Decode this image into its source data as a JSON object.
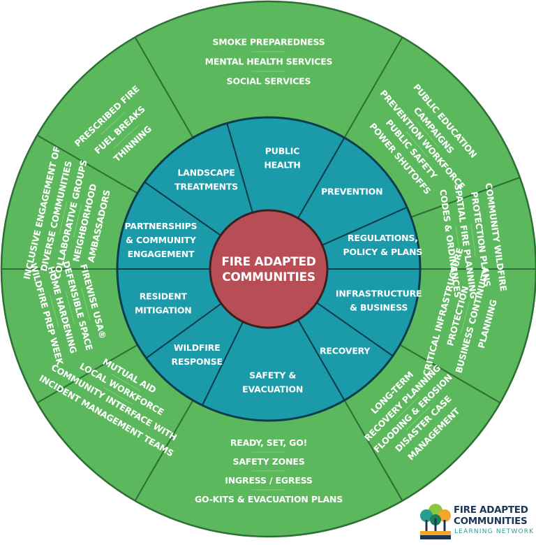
{
  "center": {
    "line1": "FIRE ADAPTED",
    "line2": "COMMUNITIES"
  },
  "inner_segments": [
    {
      "key": "public-health",
      "lines": [
        "PUBLIC",
        "HEALTH"
      ]
    },
    {
      "key": "prevention",
      "lines": [
        "PREVENTION"
      ]
    },
    {
      "key": "regulations",
      "lines": [
        "REGULATIONS,",
        "POLICY & PLANS"
      ]
    },
    {
      "key": "infrastructure",
      "lines": [
        "INFRASTRUCTURE",
        "& BUSINESS"
      ]
    },
    {
      "key": "recovery",
      "lines": [
        "RECOVERY"
      ]
    },
    {
      "key": "safety-evacuation",
      "lines": [
        "SAFETY &",
        "EVACUATION"
      ]
    },
    {
      "key": "wildfire-response",
      "lines": [
        "WILDFIRE",
        "RESPONSE"
      ]
    },
    {
      "key": "resident-mitigation",
      "lines": [
        "RESIDENT",
        "MITIGATION"
      ]
    },
    {
      "key": "partnerships",
      "lines": [
        "PARTNERSHIPS",
        "& COMMUNITY",
        "ENGAGEMENT"
      ]
    },
    {
      "key": "landscape-treatments",
      "lines": [
        "LANDSCAPE",
        "TREATMENTS"
      ]
    }
  ],
  "outer_segments": [
    {
      "key": "top",
      "items": [
        "SMOKE PREPAREDNESS",
        "MENTAL HEALTH SERVICES",
        "SOCIAL SERVICES"
      ]
    },
    {
      "key": "upper-right",
      "items": [
        "PUBLIC EDUCATION",
        "CAMPAIGNS",
        "PREVENTION WORKFORCE",
        "PUBLIC SAFETY",
        "POWER SHUTOFFS"
      ]
    },
    {
      "key": "right-top",
      "items": [
        "COMMUNITY WILDFIRE",
        "PROTECTION PLANS",
        "SPATIAL FIRE PLANNING",
        "CODES & ORDINANCES"
      ]
    },
    {
      "key": "right-bottom",
      "items": [
        "CRITICAL INFRASTRUCTURE",
        "PROTECTION",
        "BUSINESS CONTINUITY",
        "PLANNING"
      ]
    },
    {
      "key": "lower-right",
      "items": [
        "LONG-TERM",
        "RECOVERY PLANNING",
        "FLOODING & EROSION",
        "DISASTER CASE",
        "MANAGEMENT"
      ]
    },
    {
      "key": "bottom",
      "items": [
        "READY, SET, GO!",
        "SAFETY ZONES",
        "INGRESS / EGRESS",
        "GO-KITS & EVACUATION PLANS"
      ]
    },
    {
      "key": "lower-left",
      "items": [
        "MUTUAL AID",
        "LOCAL WORKFORCE",
        "COMMUNITY INTERFACE WITH",
        "INCIDENT MANAGEMENT TEAMS"
      ]
    },
    {
      "key": "left-bottom",
      "items": [
        "FIREWISE USA®",
        "DEFENSIBLE SPACE",
        "HOME HARDENING",
        "WILDFIRE PREP WEEK"
      ]
    },
    {
      "key": "left-top",
      "items": [
        "INCLUSIVE ENGAGEMENT OF",
        "DIVERSE COMMUNITIES",
        "COLLABORATIVE GROUPS",
        "NEIGHBORHOOD",
        "AMBASSADORS"
      ]
    },
    {
      "key": "upper-left",
      "items": [
        "PRESCRIBED FIRE",
        "FUEL BREAKS",
        "THINNING"
      ]
    }
  ],
  "logo": {
    "line1": "FIRE ADAPTED",
    "line2": "COMMUNITIES",
    "line3": "LEARNING NETWORK",
    "icon": "tree-group-logo-icon"
  },
  "colors": {
    "outer": "#5cb85c",
    "outer_dark": "#4f9e4a",
    "inner": "#1b9aaa",
    "center": "#b84e55",
    "ring_border": "#2e6f35",
    "logo_navy": "#1d3557"
  }
}
